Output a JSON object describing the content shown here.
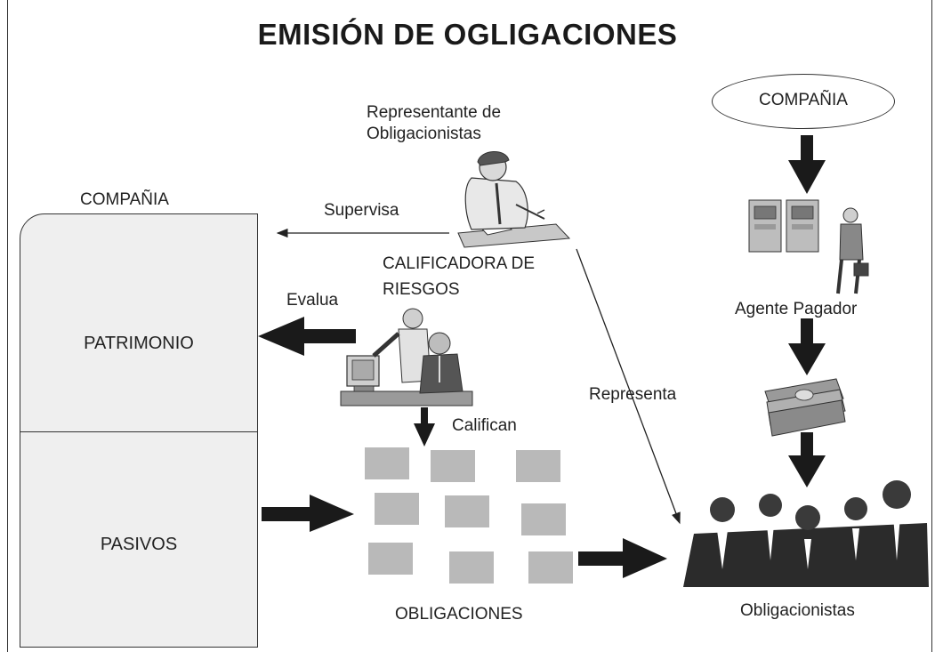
{
  "title": "EMISIÓN DE OGLIGACIONES",
  "company": {
    "heading": "COMPAÑIA",
    "equity_label": "PATRIMONIO",
    "liabilities_label": "PASIVOS"
  },
  "representative": {
    "title_line1": "Representante de",
    "title_line2": "Obligacionistas"
  },
  "rating_agency": {
    "line1": "CALIFICADORA DE",
    "line2": "RIESGOS"
  },
  "relations": {
    "supervises": "Supervisa",
    "evaluates": "Evalua",
    "rate": "Califican",
    "represents": "Representa"
  },
  "bonds_label": "OBLIGACIONES",
  "issuer_ellipse": "COMPAÑIA",
  "paying_agent": "Agente Pagador",
  "bondholders": "Obligacionistas",
  "colors": {
    "bond_block": "#b9b9b9",
    "company_fill": "#efefef",
    "arrow": "#1a1a1a"
  }
}
